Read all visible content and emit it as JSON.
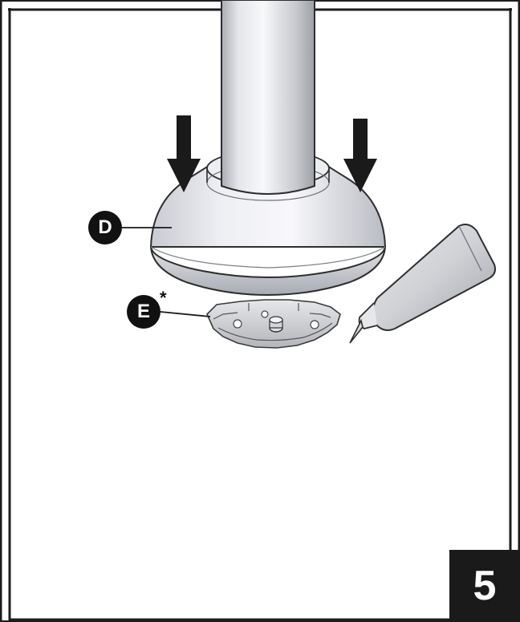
{
  "labels": {
    "part_d": "D",
    "part_e": "E",
    "part_e_mark": "*"
  },
  "step_number": "5",
  "colors": {
    "callout": "#111111",
    "badge": "#1a1a1a",
    "frame": "#1c1c1c"
  }
}
